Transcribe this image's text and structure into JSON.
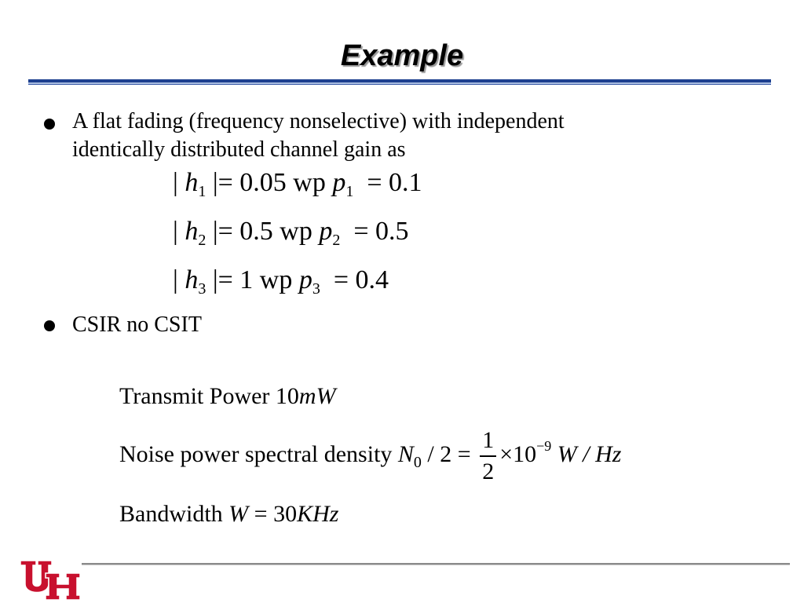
{
  "slide": {
    "title": "Example",
    "bullets": [
      {
        "line1": "A flat fading (frequency nonselective) with independent",
        "line2": "identically distributed channel gain as"
      },
      {
        "line1": "CSIR no CSIT"
      }
    ],
    "gains": [
      {
        "h_index": "1",
        "magnitude": "0.05",
        "wp": "wp",
        "p_index": "1",
        "probability": "0.1"
      },
      {
        "h_index": "2",
        "magnitude": "0.5",
        "wp": "wp",
        "p_index": "2",
        "probability": "0.5"
      },
      {
        "h_index": "3",
        "magnitude": "1",
        "wp": "wp",
        "p_index": "3",
        "probability": "0.4"
      }
    ],
    "params": {
      "power_label": "Transmit Power",
      "power_value": "10",
      "power_unit": "mW",
      "noise_label": "Noise power spectral density",
      "noise_symbol": "N",
      "noise_sub": "0",
      "noise_div": "/ 2 =",
      "frac_num": "1",
      "frac_den": "2",
      "noise_mult": "×10",
      "noise_exp": "−9",
      "noise_unit": "W / Hz",
      "bw_label": "Bandwidth",
      "bw_symbol": "W",
      "bw_eq": "= 30",
      "bw_unit": "KHz"
    }
  },
  "colors": {
    "rule_primary": "#1d3f8f",
    "logo_red": "#c8102e"
  },
  "icons": {
    "logo": "university-of-houston-uh-logo"
  }
}
